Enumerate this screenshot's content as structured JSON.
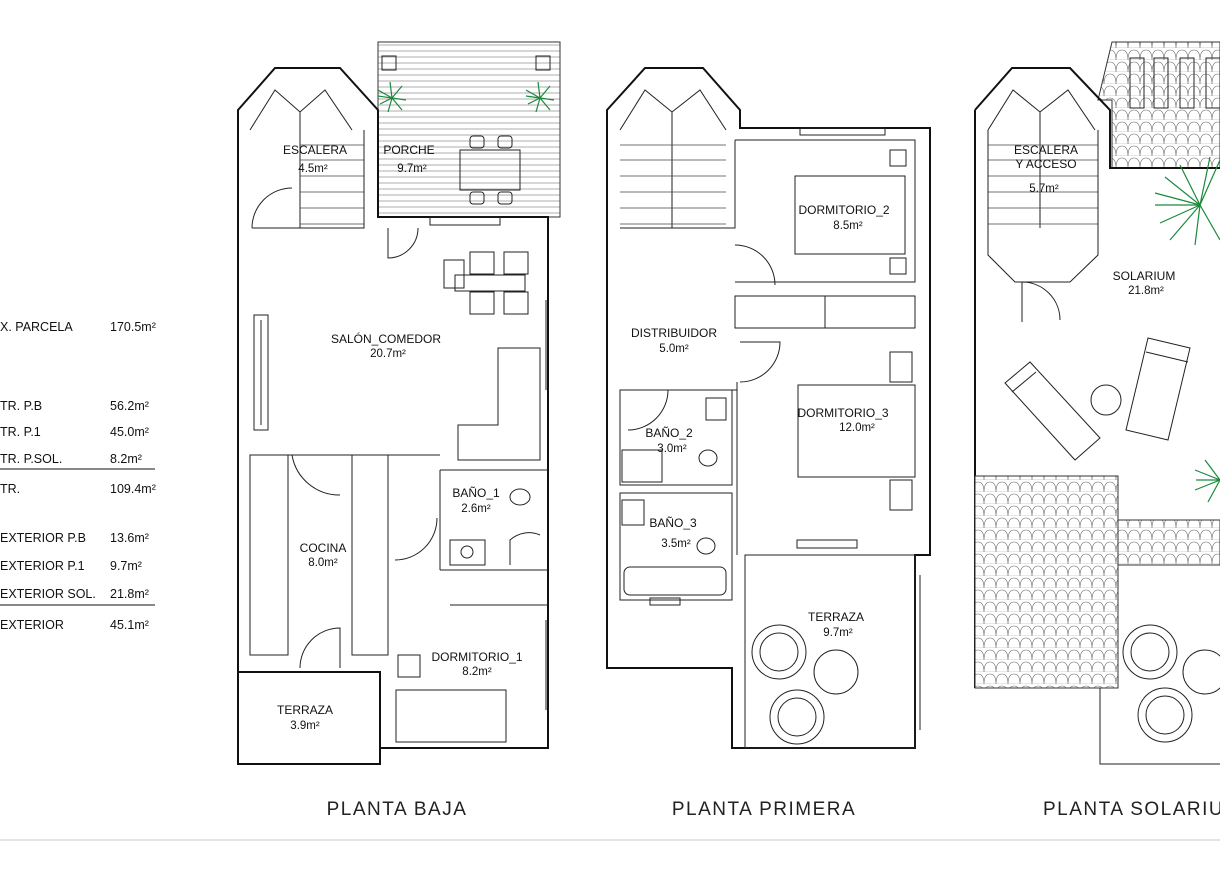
{
  "colors": {
    "line": "#111111",
    "palm": "#1a8a3a",
    "paper": "#ffffff"
  },
  "summary": {
    "rows": [
      {
        "label": "X. PARCELA",
        "value": "170.5m²"
      },
      {
        "label": "TR. P.B",
        "value": "56.2m²"
      },
      {
        "label": "TR. P.1",
        "value": "45.0m²"
      },
      {
        "label": "TR. P.SOL.",
        "value": "8.2m²"
      },
      {
        "label": "TR.",
        "value": "109.4m²"
      },
      {
        "label": "EXTERIOR P.B",
        "value": "13.6m²"
      },
      {
        "label": "EXTERIOR P.1",
        "value": "9.7m²"
      },
      {
        "label": "EXTERIOR SOL.",
        "value": "21.8m²"
      },
      {
        "label": "EXTERIOR",
        "value": "45.1m²"
      }
    ]
  },
  "plans": {
    "baja": {
      "title": "PLANTA BAJA",
      "rooms": {
        "escalera": {
          "name": "ESCALERA",
          "area": "4.5m²"
        },
        "porche": {
          "name": "PORCHE",
          "area": "9.7m²"
        },
        "salon": {
          "name": "SALÓN_COMEDOR",
          "area": "20.7m²"
        },
        "bano1": {
          "name": "BAÑO_1",
          "area": "2.6m²"
        },
        "cocina": {
          "name": "COCINA",
          "area": "8.0m²"
        },
        "dorm1": {
          "name": "DORMITORIO_1",
          "area": "8.2m²"
        },
        "terraza": {
          "name": "TERRAZA",
          "area": "3.9m²"
        }
      }
    },
    "primera": {
      "title": "PLANTA PRIMERA",
      "rooms": {
        "dorm2": {
          "name": "DORMITORIO_2",
          "area": "8.5m²"
        },
        "distribuidor": {
          "name": "DISTRIBUIDOR",
          "area": "5.0m²"
        },
        "dorm3": {
          "name": "DORMITORIO_3",
          "area": "12.0m²"
        },
        "bano2": {
          "name": "BAÑO_2",
          "area": "3.0m²"
        },
        "bano3": {
          "name": "BAÑO_3",
          "area": "3.5m²"
        },
        "terraza": {
          "name": "TERRAZA",
          "area": "9.7m²"
        }
      }
    },
    "solarium": {
      "title": "PLANTA SOLARIUM",
      "rooms": {
        "escalera": {
          "name1": "ESCALERA",
          "name2": "Y ACCESO",
          "area": "5.7m²"
        },
        "solarium": {
          "name": "SOLARIUM",
          "area": "21.8m²"
        }
      }
    }
  }
}
